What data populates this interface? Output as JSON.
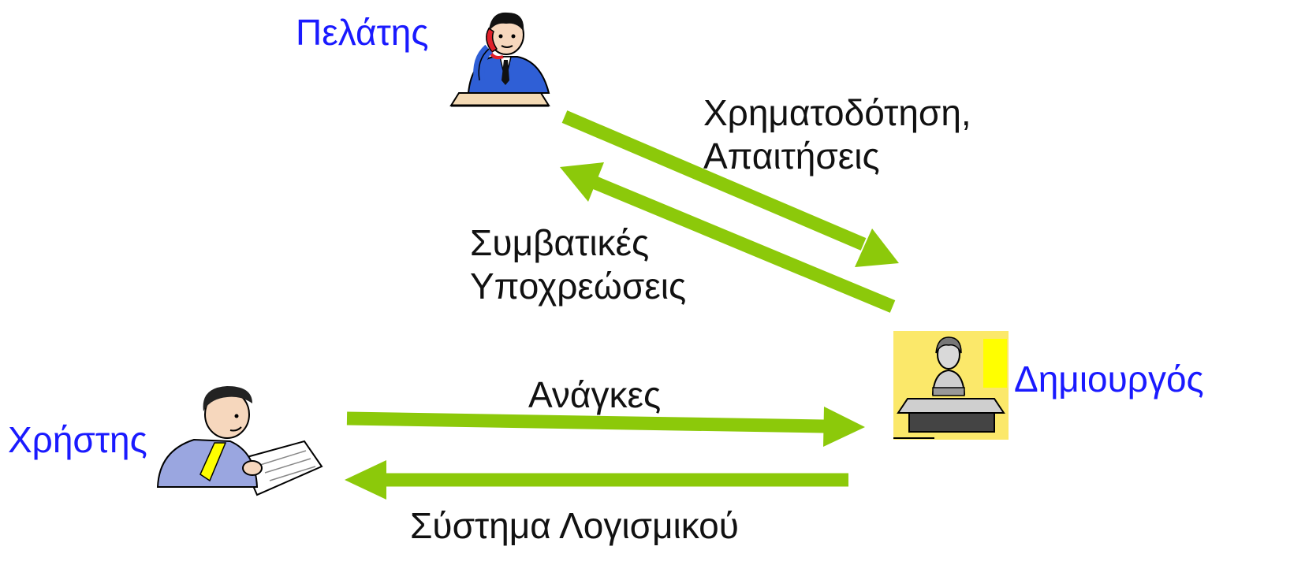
{
  "colors": {
    "arrow": "#8cc90a",
    "actor_label": "#1a1aff",
    "flow_label": "#111111",
    "desk_panel": "#fbe86a",
    "desk_highlight": "#ffff00"
  },
  "actors": {
    "client": {
      "label": "Πελάτης",
      "icon": "client-on-phone-icon"
    },
    "user": {
      "label": "Χρήστης",
      "icon": "user-reading-document-icon"
    },
    "developer": {
      "label": "Δημιουργός",
      "icon": "developer-at-desk-icon"
    }
  },
  "flows": {
    "client_to_developer": {
      "line1": "Χρηματοδότηση,",
      "line2": "Απαιτήσεις"
    },
    "developer_to_client": {
      "line1": "Συμβατικές",
      "line2": "Υποχρεώσεις"
    },
    "user_to_developer": {
      "label": "Ανάγκες"
    },
    "developer_to_user": {
      "label": "Σύστημα Λογισμικού"
    }
  }
}
